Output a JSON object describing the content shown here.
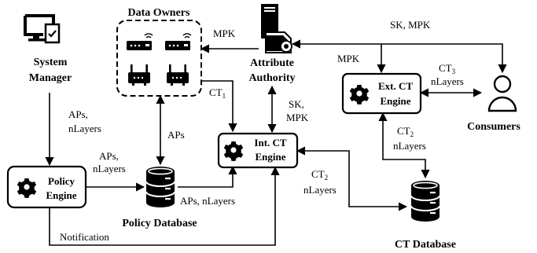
{
  "nodes": {
    "system_manager": {
      "line1": "System",
      "line2": "Manager"
    },
    "data_owners": {
      "title": "Data Owners"
    },
    "attribute_authority": {
      "line1": "Attribute",
      "line2": "Authority"
    },
    "policy_engine": {
      "line1": "Policy",
      "line2": "Engine"
    },
    "policy_database": {
      "title": "Policy Database"
    },
    "int_ct_engine": {
      "line1": "Int. CT",
      "line2": "Engine"
    },
    "ext_ct_engine": {
      "line1": "Ext. CT",
      "line2": "Engine"
    },
    "ct_database": {
      "title": "CT Database"
    },
    "consumers": {
      "title": "Consumers"
    }
  },
  "edges": {
    "sm_to_pe": {
      "line1": "APs,",
      "line2": "nLayers"
    },
    "pe_to_pdb": {
      "line1": "APs,",
      "line2": "nLayers"
    },
    "owners_to_pdb": {
      "label": "APs"
    },
    "pdb_to_int": {
      "label": "APs, nLayers"
    },
    "aa_to_owners": {
      "label": "MPK"
    },
    "owners_to_int": {
      "label_main": "CT",
      "label_sub": "1"
    },
    "aa_int": {
      "line1": "SK,",
      "line2": "MPK"
    },
    "aa_consumers": {
      "label": "SK, MPK"
    },
    "aa_to_ext": {
      "label": "MPK"
    },
    "ext_consumers": {
      "label_main": "CT",
      "label_sub": "3",
      "line2": "nLayers"
    },
    "ext_ctdb": {
      "label_main": "CT",
      "label_sub": "2",
      "line2": "nLayers"
    },
    "int_ctdb": {
      "label_main": "CT",
      "label_sub": "2",
      "line2": "nLayers"
    },
    "pe_notification": {
      "label": "Notification"
    }
  }
}
